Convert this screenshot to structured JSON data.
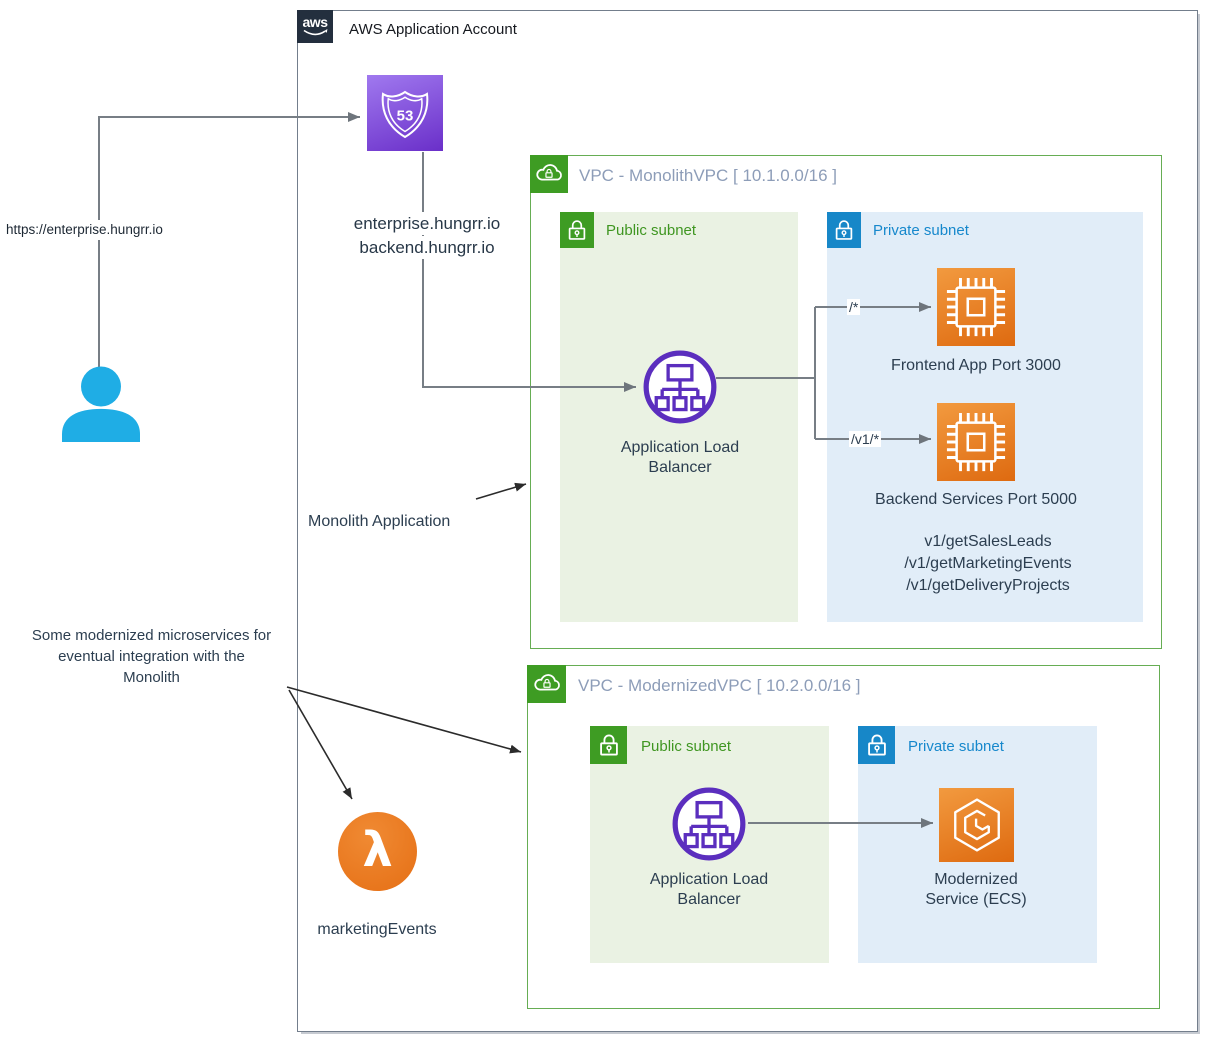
{
  "account": {
    "logo_text": "aws",
    "title": "AWS Application Account"
  },
  "client": {
    "url": "https://enterprise.hungrr.io"
  },
  "route53": {
    "icon_text": "53",
    "records": [
      "enterprise.hungrr.io",
      "backend.hungrr.io"
    ]
  },
  "monolith_vpc": {
    "title": "VPC - MonolithVPC [ 10.1.0.0/16 ]",
    "annotation": "Monolith Application",
    "public_subnet": {
      "label": "Public subnet",
      "alb": "Application Load Balancer"
    },
    "private_subnet": {
      "label": "Private subnet",
      "frontend": {
        "label": "Frontend App Port 3000",
        "path_rule": "/*"
      },
      "backend": {
        "label": "Backend Services Port 5000",
        "path_rule": "/v1/*",
        "endpoints": [
          "v1/getSalesLeads",
          "/v1/getMarketingEvents",
          "/v1/getDeliveryProjects"
        ]
      }
    }
  },
  "modernized_vpc": {
    "title": "VPC - ModernizedVPC [ 10.2.0.0/16 ]",
    "public_subnet": {
      "label": "Public subnet",
      "alb": "Application Load Balancer"
    },
    "private_subnet": {
      "label": "Private subnet",
      "ecs": "Modernized Service (ECS)"
    }
  },
  "lambda": {
    "glyph": "λ",
    "label": "marketingEvents"
  },
  "notes": {
    "microservices": "Some modernized microservices for eventual integration with the Monolith"
  },
  "colors": {
    "aws_navy": "#232F3E",
    "vpc_border_green": "#66AD53",
    "subnet_green_fill": "#EAF2E3",
    "subnet_blue_fill": "#E1EDF8",
    "icon_green": "#3E9C23",
    "icon_blue": "#1787C8",
    "route53_purple": "#6A2FC9",
    "alb_purple": "#5B2EBE",
    "compute_orange": "#DE6A10",
    "user_cyan": "#1FADE5",
    "wire_gray": "#777E85",
    "vpc_title_gray": "#8D9DB8",
    "text_dark": "#2C3E50"
  }
}
